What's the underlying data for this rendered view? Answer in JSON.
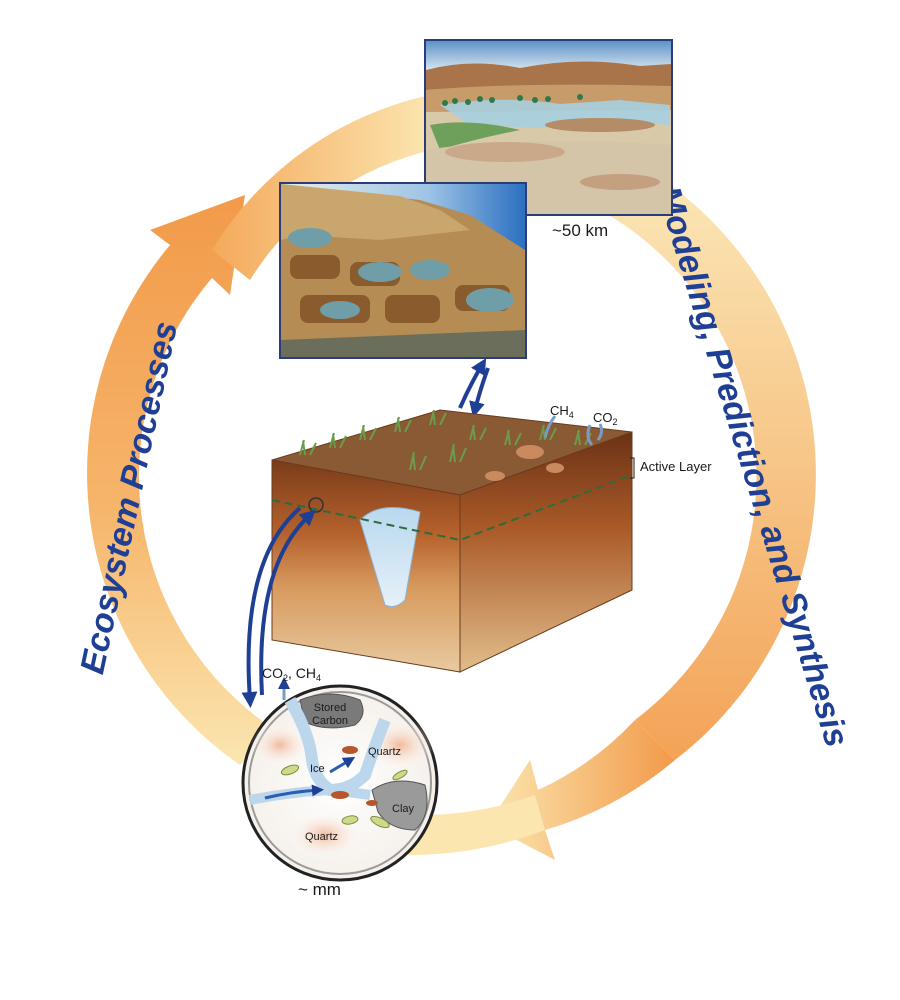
{
  "cycle": {
    "left_label": "Ecosystem Processes",
    "right_label": "Modeling, Prediction, and Synthesis"
  },
  "scales": {
    "landscape": "~50 km",
    "micro": "~ mm"
  },
  "block": {
    "ch4": "CH",
    "ch4_sub": "4",
    "co2": "CO",
    "co2_sub": "2",
    "active_layer": "Active Layer"
  },
  "micro": {
    "gas_co2": "CO",
    "gas_co2_sub": "2",
    "gas_sep": ", CH",
    "gas_ch4_sub": "4",
    "stored_carbon_line1": "Stored",
    "stored_carbon_line2": "Carbon",
    "ice": "Ice",
    "quartz_top": "Quartz",
    "quartz_bottom": "Quartz",
    "clay": "Clay"
  },
  "colors": {
    "arrow_dark": "#f29a4a",
    "arrow_light": "#fbe6b0",
    "text_blue": "#1f3f95",
    "soil_brown": "#8a4a22",
    "water_blue": "#6aa7d6"
  }
}
